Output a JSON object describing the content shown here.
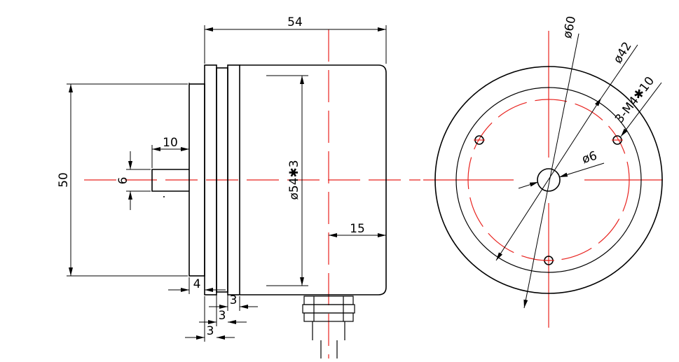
{
  "dimensions": {
    "total_length": "54",
    "height": "50",
    "shaft_length": "10",
    "shaft_diameter": "6",
    "body_diameter": "ø54✱3",
    "centerline_offset": "15",
    "flange_thickness": "4",
    "step_1": "3",
    "step_2": "3",
    "step_3": "3",
    "outer_diameter": "ø60",
    "bolt_circle": "ø42",
    "mounting_holes": "3-M4✱10",
    "bore_diameter": "ø6"
  },
  "colors": {
    "outline": "#000000",
    "centerline": "#e8231f",
    "background": "#ffffff"
  }
}
